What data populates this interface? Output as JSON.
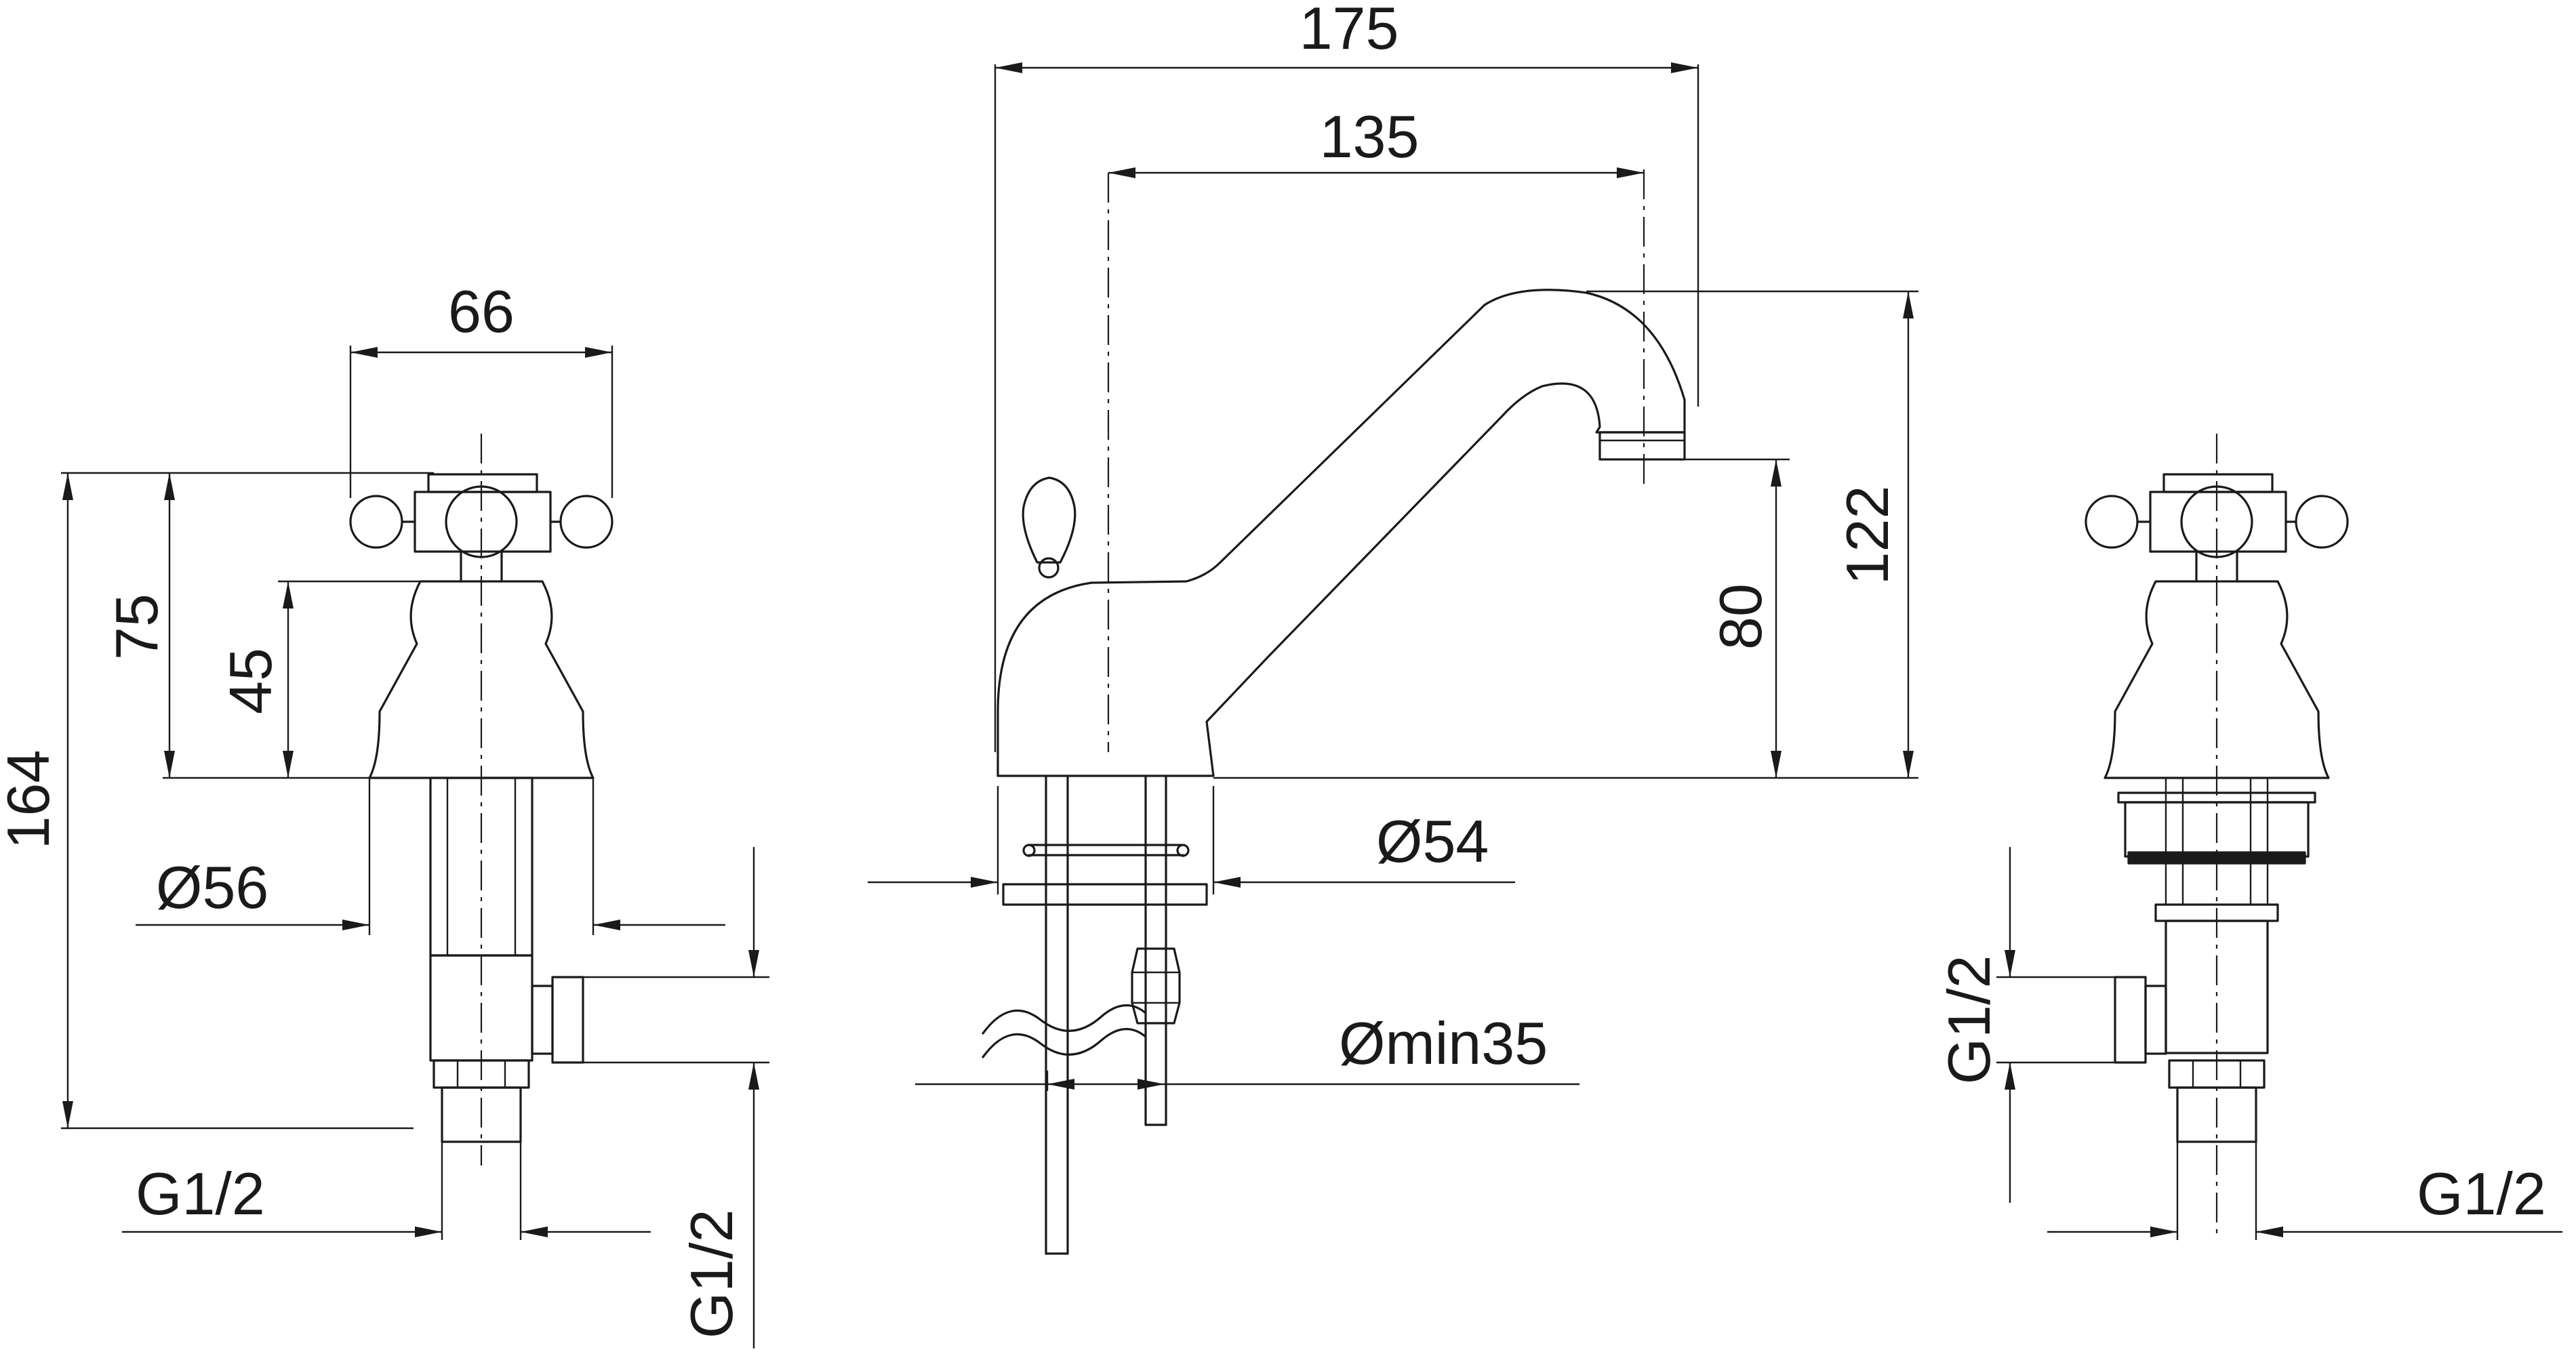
{
  "dimensions": {
    "width_66": "66",
    "height_164": "164",
    "height_75": "75",
    "height_45": "45",
    "dia_56": "Ø56",
    "thread_left_horizontal": "G1/2",
    "thread_left_vertical": "G1/2",
    "width_175": "175",
    "width_135": "135",
    "height_122": "122",
    "height_80": "80",
    "dia_54": "Ø54",
    "dia_min35": "Ømin35",
    "thread_right_vertical": "G1/2",
    "thread_right_horizontal": "G1/2"
  }
}
